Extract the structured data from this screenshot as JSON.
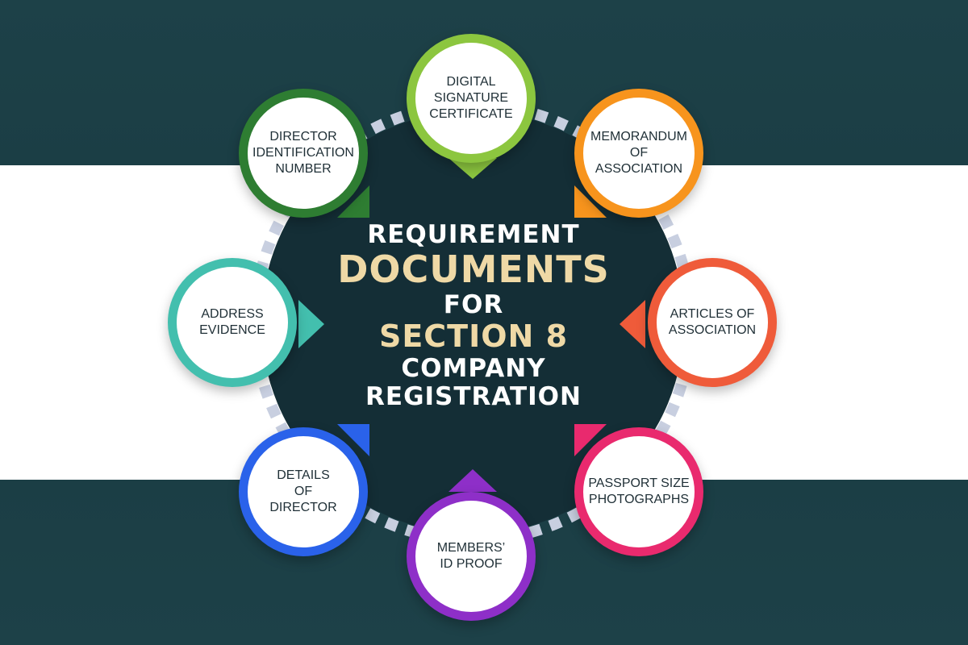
{
  "center": {
    "line1": "REQUIREMENT",
    "line2": "DOCUMENTS",
    "line3": "FOR",
    "line4": "SECTION 8",
    "line5": "COMPANY",
    "line6": "REGISTRATION"
  },
  "colors": {
    "background_dark": "#1d4148",
    "band_white": "#ffffff",
    "hub": "#142e36",
    "ring_segments": "#c8cfe0",
    "title_accent": "#efd9a6",
    "title_white": "#ffffff"
  },
  "nodes": [
    {
      "label": "DIGITAL\nSIGNATURE\nCERTIFICATE",
      "color": "#8cc63f"
    },
    {
      "label": "MEMORANDUM\nOF\nASSOCIATION",
      "color": "#f7941d"
    },
    {
      "label": "ARTICLES OF\nASSOCIATION",
      "color": "#ef5b3a"
    },
    {
      "label": "PASSPORT SIZE\nPHOTOGRAPHS",
      "color": "#e92a6e"
    },
    {
      "label": "MEMBERS’\nID PROOF",
      "color": "#8e2fc8"
    },
    {
      "label": "DETAILS\nOF\nDIRECTOR",
      "color": "#2a62ea"
    },
    {
      "label": "ADDRESS\nEVIDENCE",
      "color": "#43bfae"
    },
    {
      "label": "DIRECTOR\nIDENTIFICATION\nNUMBER",
      "color": "#2e7d32"
    }
  ]
}
